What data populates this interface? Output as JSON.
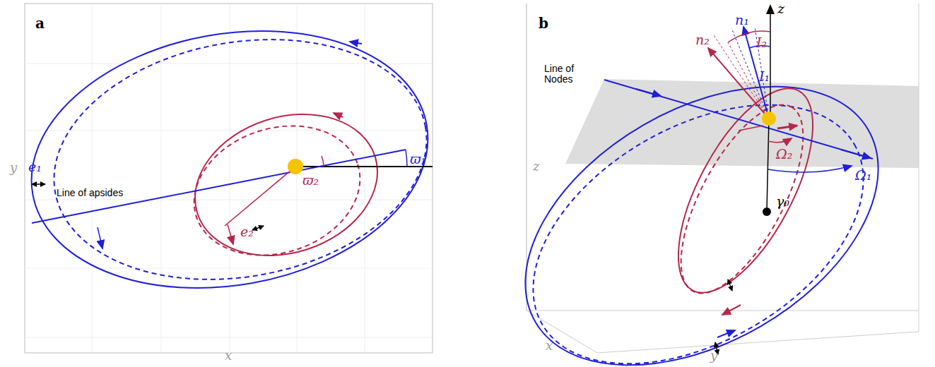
{
  "diagram": {
    "labels": [
      "a",
      "e₁",
      "Line of apsides",
      "ϖ₂",
      "ϖ₁",
      "e₂",
      "x",
      "y",
      "b",
      "z",
      "n₂",
      "n₁",
      "I₂",
      "I₁",
      "Line of Nodes",
      "Ω₂",
      "Ω₁",
      "γ₀",
      "z",
      "x",
      "y"
    ]
  }
}
